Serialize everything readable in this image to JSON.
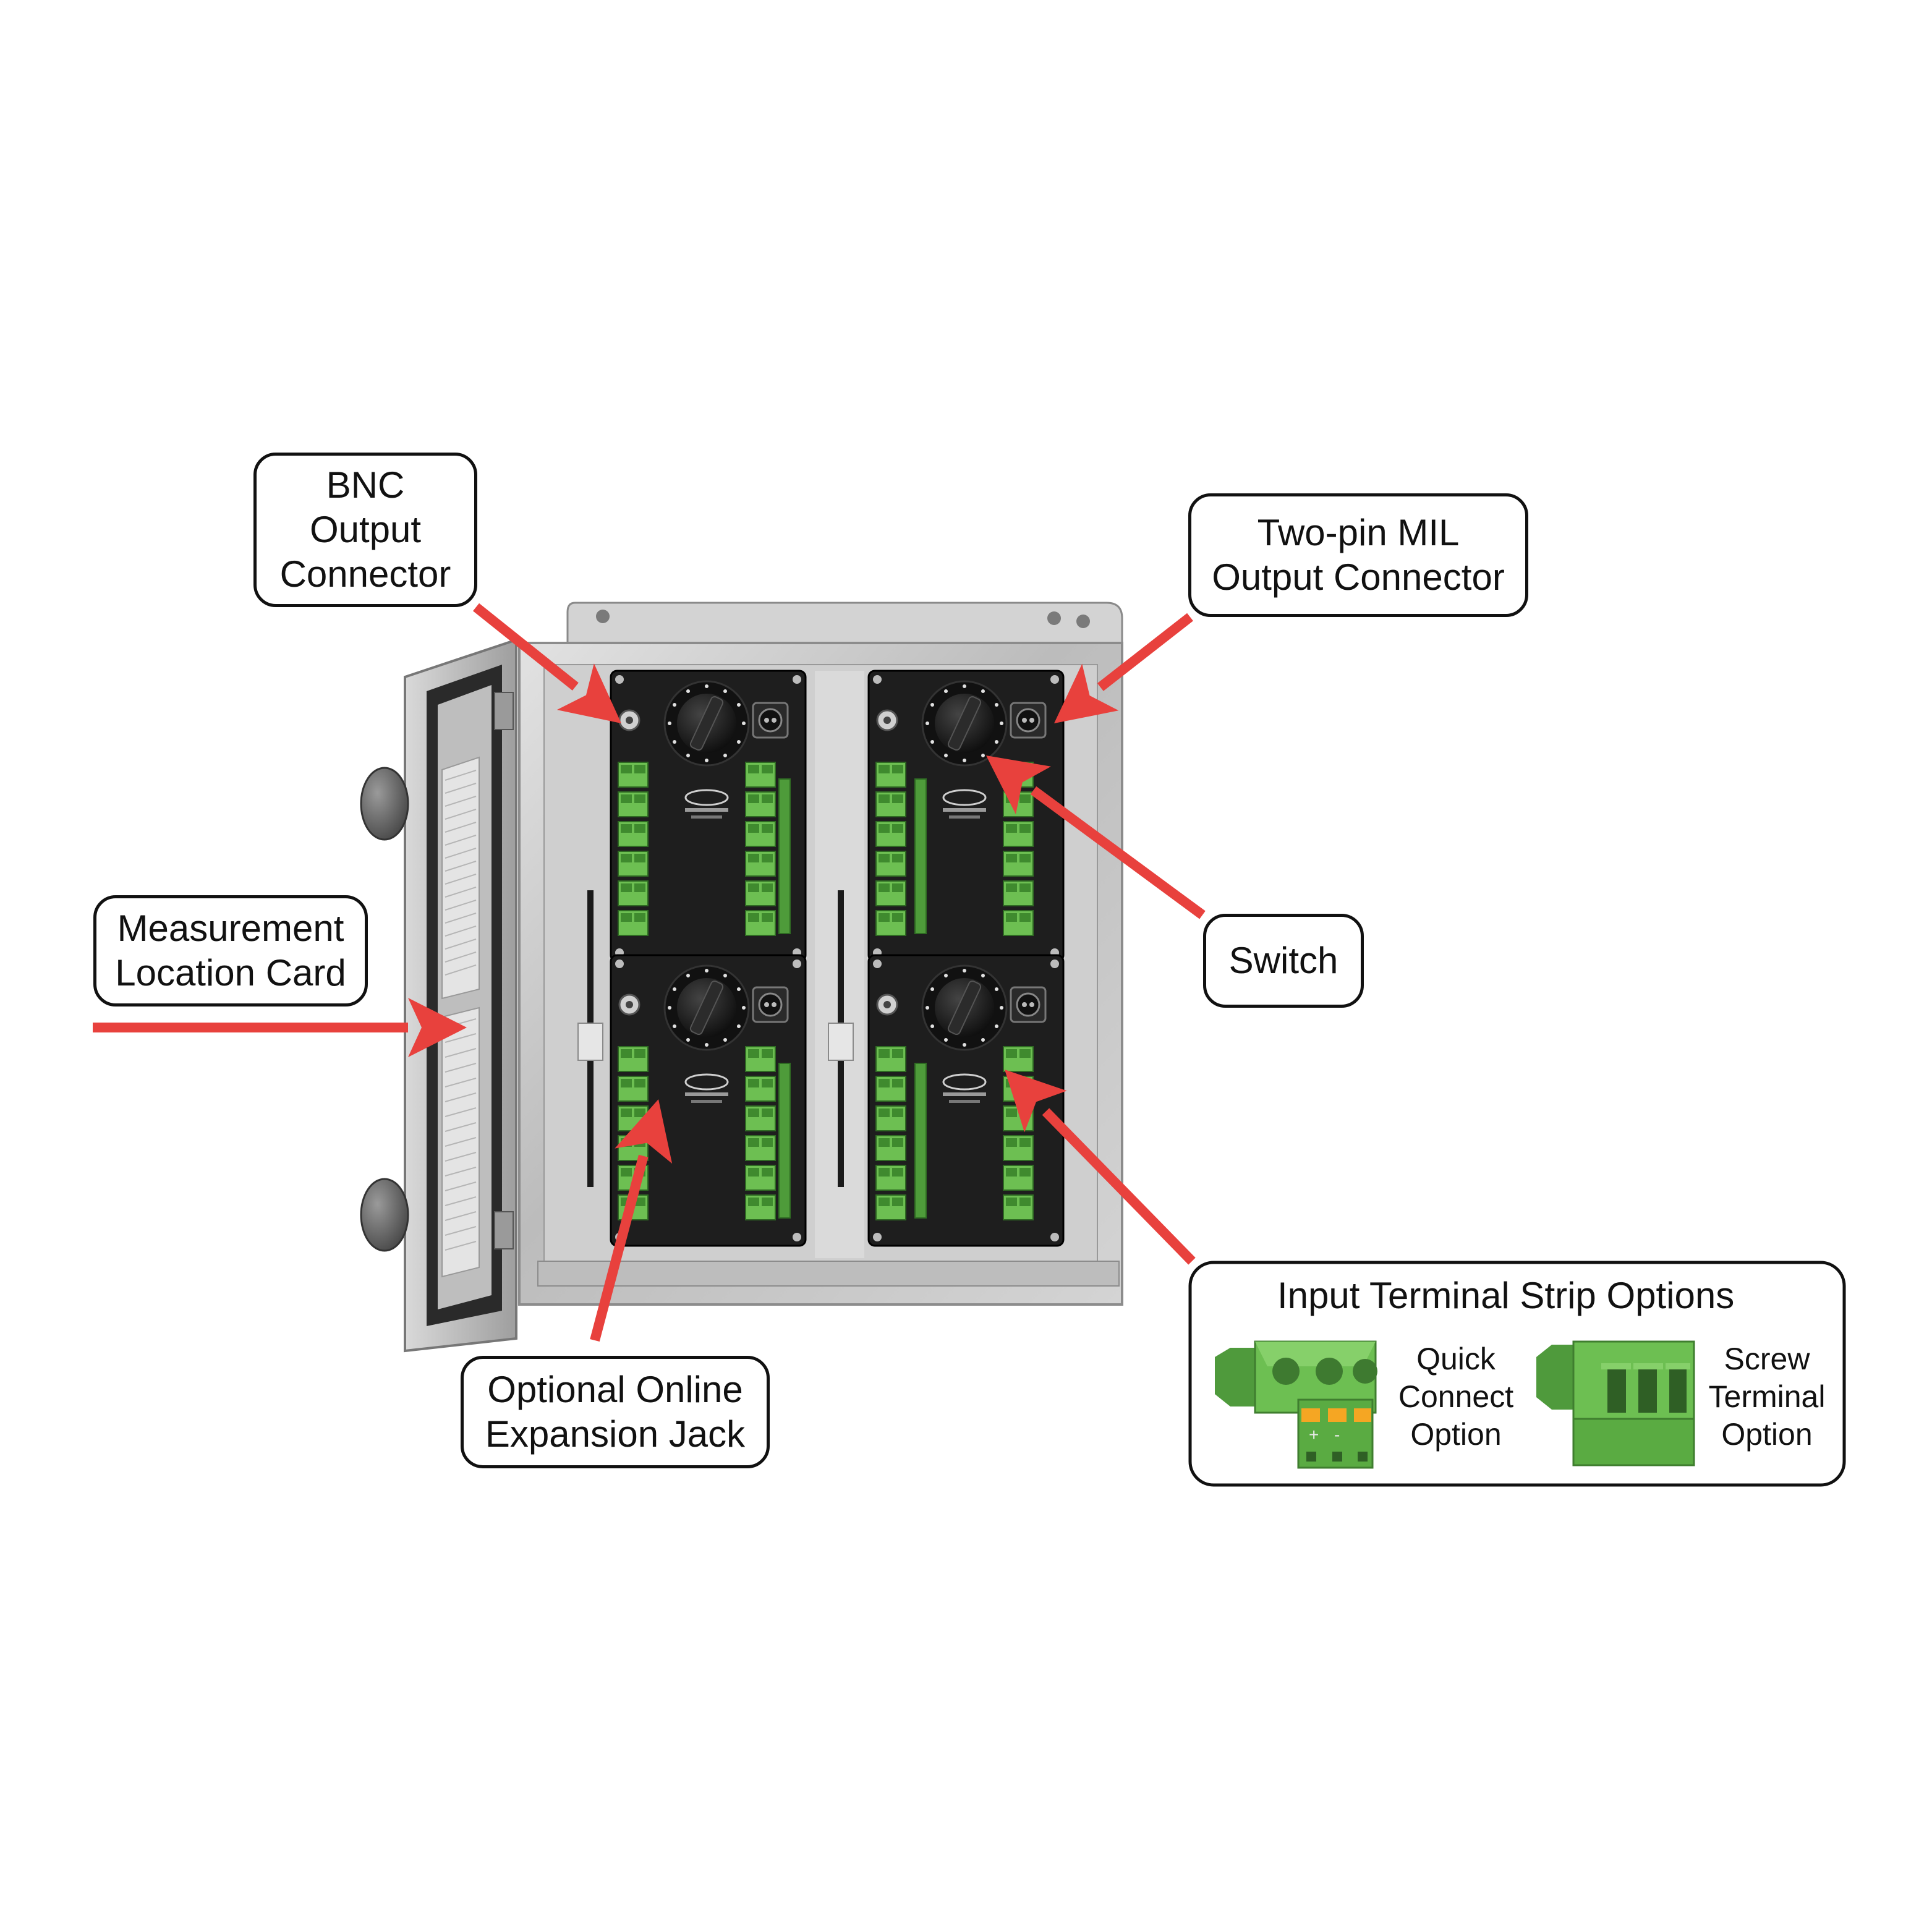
{
  "colors": {
    "arrow": "#e8413d",
    "board": "#1e1e1e",
    "terminal_green": "#6dbf52",
    "enclosure_steel": "#c6c6c6",
    "callout_border": "#111111"
  },
  "callouts": {
    "bnc": {
      "lines": [
        "BNC",
        "Output",
        "Connector"
      ]
    },
    "mil": {
      "lines": [
        "Two-pin MIL",
        "Output Connector"
      ]
    },
    "card": {
      "lines": [
        "Measurement",
        "Location Card"
      ]
    },
    "switch": {
      "lines": [
        "Switch"
      ]
    },
    "jack": {
      "lines": [
        "Optional Online",
        "Expansion Jack"
      ]
    }
  },
  "terminal_strip": {
    "title": "Input Terminal Strip Options",
    "quick": {
      "lines": [
        "Quick",
        "Connect",
        "Option"
      ]
    },
    "screw": {
      "lines": [
        "Screw",
        "Terminal",
        "Option"
      ]
    }
  },
  "icons": [
    "bnc-connector-icon",
    "mil-connector-icon",
    "rotary-switch-icon",
    "quick-connect-terminal-icon",
    "screw-terminal-icon"
  ]
}
